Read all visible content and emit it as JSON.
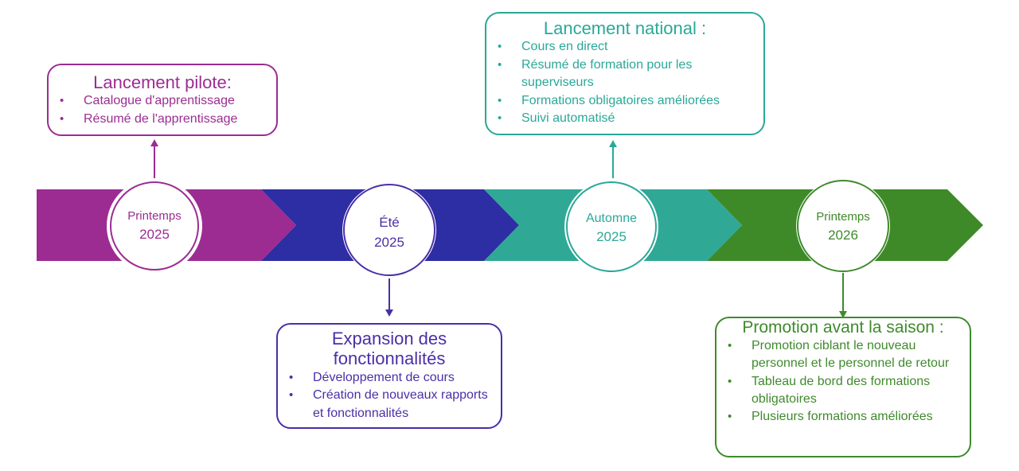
{
  "colors": {
    "purple": "#9c2c92",
    "indigo": "#2d2da4",
    "indigo_text": "#4b2fa6",
    "teal": "#2fa896",
    "green": "#3e8a28"
  },
  "milestones": [
    {
      "season": "Printemps",
      "year": "2025"
    },
    {
      "season": "Été",
      "year": "2025"
    },
    {
      "season": "Automne",
      "year": "2025"
    },
    {
      "season": "Printemps",
      "year": "2026"
    }
  ],
  "boxes": {
    "pilot": {
      "title": "Lancement pilote:",
      "items": [
        "Catalogue d'apprentissage",
        "Résumé de l'apprentissage"
      ]
    },
    "expansion": {
      "title": "Expansion des fonctionnalités",
      "items": [
        "Développement de cours",
        "Création de nouveaux rapports et fonctionnalités"
      ]
    },
    "national": {
      "title": "Lancement national :",
      "items": [
        "Cours en direct",
        "Résumé de formation pour les superviseurs",
        "Formations obligatoires améliorées",
        "Suivi automatisé"
      ]
    },
    "promo": {
      "title": "Promotion avant la saison :",
      "items": [
        "Promotion ciblant le nouveau personnel et le personnel de retour",
        "Tableau de bord des formations obligatoires",
        "Plusieurs formations améliorées"
      ]
    }
  }
}
